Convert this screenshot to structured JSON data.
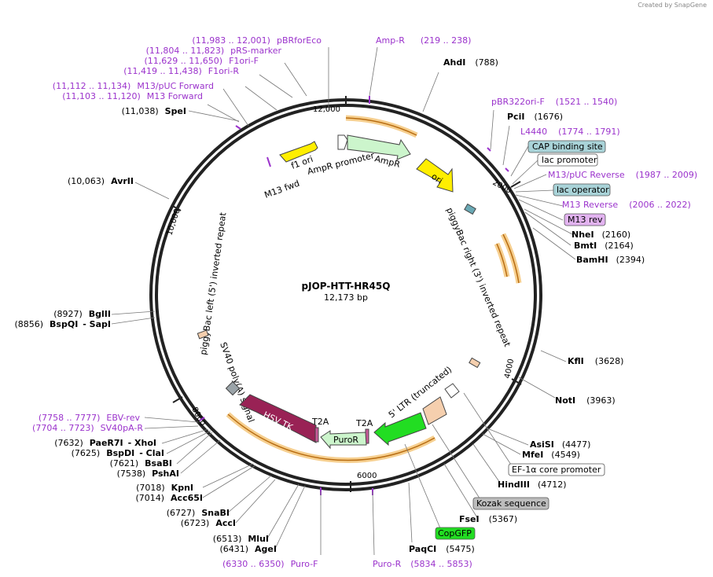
{
  "credit": "Created by SnapGene",
  "plasmid": {
    "name": "pJOP-HTT-HR45Q",
    "size": "12,173 bp"
  },
  "ticks": [
    "12,000",
    "2000",
    "4000",
    "6000",
    "8000",
    "10,000"
  ],
  "sites": [
    {
      "id": "ahdi",
      "pos": "(788)",
      "name": "AhdI"
    },
    {
      "id": "pcii",
      "pos": "(1676)",
      "name": "PciI"
    },
    {
      "id": "nhei",
      "pos": "(2160)",
      "name": "NheI"
    },
    {
      "id": "bmti",
      "pos": "(2164)",
      "name": "BmtI"
    },
    {
      "id": "bamhi",
      "pos": "(2394)",
      "name": "BamHI"
    },
    {
      "id": "kfli",
      "pos": "(3628)",
      "name": "KflI"
    },
    {
      "id": "noti",
      "pos": "(3963)",
      "name": "NotI"
    },
    {
      "id": "asisi",
      "pos": "(4477)",
      "name": "AsiSI"
    },
    {
      "id": "mfei",
      "pos": "(4549)",
      "name": "MfeI"
    },
    {
      "id": "hindiii",
      "pos": "(4712)",
      "name": "HindIII"
    },
    {
      "id": "fsei",
      "pos": "(5367)",
      "name": "FseI"
    },
    {
      "id": "paqci",
      "pos": "(5475)",
      "name": "PaqCI"
    },
    {
      "id": "agei",
      "pos": "(6431)",
      "name": "AgeI"
    },
    {
      "id": "mlui",
      "pos": "(6513)",
      "name": "MluI"
    },
    {
      "id": "acci",
      "pos": "(6723)",
      "name": "AccI"
    },
    {
      "id": "snabi",
      "pos": "(6727)",
      "name": "SnaBI"
    },
    {
      "id": "acc65i",
      "pos": "(7014)",
      "name": "Acc65I"
    },
    {
      "id": "kpni",
      "pos": "(7018)",
      "name": "KpnI"
    },
    {
      "id": "pshai",
      "pos": "(7538)",
      "name": "PshAI"
    },
    {
      "id": "bsabi",
      "pos": "(7621)",
      "name": "BsaBI"
    },
    {
      "id": "bspdi",
      "pos": "(7625)",
      "name": "BspDI",
      "extra": "- ClaI"
    },
    {
      "id": "paer7i",
      "pos": "(7632)",
      "name": "PaeR7I",
      "extra": "- XhoI"
    },
    {
      "id": "bspqi",
      "pos": "(8856)",
      "name": "BspQI",
      "extra": "- SapI"
    },
    {
      "id": "bglii",
      "pos": "(8927)",
      "name": "BglII"
    },
    {
      "id": "avrii",
      "pos": "(10,063)",
      "name": "AvrII"
    },
    {
      "id": "spei",
      "pos": "(11,038)",
      "name": "SpeI"
    }
  ],
  "primers": [
    {
      "id": "ampr",
      "label": "Amp-R",
      "range": "(219 .. 238)"
    },
    {
      "id": "pbr322",
      "label": "pBR322ori-F",
      "range": "(1521 .. 1540)"
    },
    {
      "id": "l4440",
      "label": "L4440",
      "range": "(1774 .. 1791)"
    },
    {
      "id": "m13puc-rev",
      "label": "M13/pUC Reverse",
      "range": "(1987 .. 2009)"
    },
    {
      "id": "m13rev",
      "label": "M13 Reverse",
      "range": "(2006 .. 2022)"
    },
    {
      "id": "purof",
      "label": "Puro-F",
      "range": "(6330 .. 6350)"
    },
    {
      "id": "puror",
      "label": "Puro-R",
      "range": "(5834 .. 5853)"
    },
    {
      "id": "ebvrev",
      "label": "EBV-rev",
      "range": "(7758 .. 7777)"
    },
    {
      "id": "sv40pa",
      "label": "SV40pA-R",
      "range": "(7704 .. 7723)"
    },
    {
      "id": "m13fwd",
      "label": "M13 Forward",
      "range": "(11,103 .. 11,120)"
    },
    {
      "id": "m13pucfwd",
      "label": "M13/pUC Forward",
      "range": "(11,112 .. 11,134)"
    },
    {
      "id": "f1orir",
      "label": "F1ori-R",
      "range": "(11,419 .. 11,438)"
    },
    {
      "id": "f1orif",
      "label": "F1ori-F",
      "range": "(11,629 .. 11,650)"
    },
    {
      "id": "prs",
      "label": "pRS-marker",
      "range": "(11,804 .. 11,823)"
    },
    {
      "id": "pbrforeco",
      "label": "pBRforEco",
      "range": "(11,983 .. 12,001)"
    }
  ],
  "boxed": [
    {
      "id": "cap",
      "label": "CAP binding site",
      "color": "#a9d3d8"
    },
    {
      "id": "lacprom",
      "label": "lac promoter",
      "color": "#ffffff"
    },
    {
      "id": "lacop",
      "label": "lac operator",
      "color": "#a9d3d8"
    },
    {
      "id": "m13revbox",
      "label": "M13 rev",
      "color": "#e2b3f0"
    },
    {
      "id": "ef1a",
      "label": "EF-1α core promoter",
      "color": "#ffffff"
    },
    {
      "id": "kozak",
      "label": "Kozak sequence",
      "color": "#bdbdbd"
    },
    {
      "id": "copgfp",
      "label": "CopGFP",
      "color": "#22dd22"
    }
  ],
  "features": {
    "f1ori": "f1 ori",
    "m13fwd": "M13 fwd",
    "amprprom": "AmpR promoter",
    "ampr": "AmpR",
    "ori": "ori",
    "pbright": "piggyBac right (3') inverted repeat",
    "pbleft": "piggyBac left (5') inverted repeat",
    "sv40": "SV40 poly(A) signal",
    "hsvtk": "HSV TK",
    "t2a1": "T2A",
    "t2a2": "T2A",
    "puror": "PuroR",
    "ltr": "5' LTR (truncated)"
  },
  "colors": {
    "backbone": "#222222",
    "primer": "#9b33cc",
    "ampr": "#ccf5cc",
    "ori": "#ffee00",
    "f1ori": "#ffee00",
    "hsvtk": "#992255",
    "copgfp": "#22dd22",
    "orf": "#e8a33c"
  }
}
